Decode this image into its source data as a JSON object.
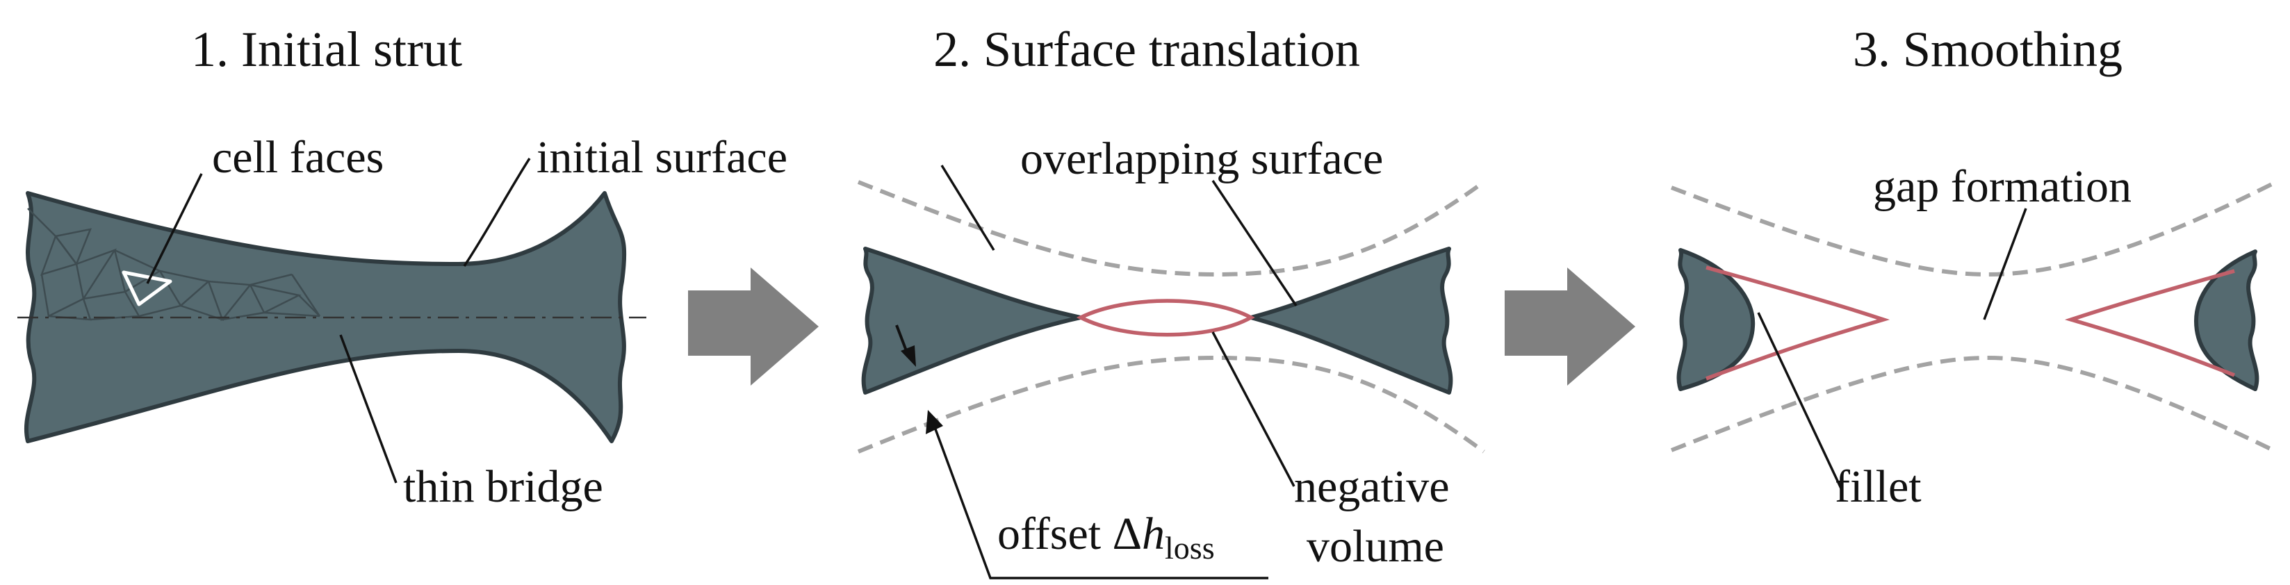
{
  "panels": [
    {
      "title": "1. Initial strut",
      "labels": {
        "cell_faces": "cell faces",
        "initial_surface": "initial surface",
        "thin_bridge": "thin bridge"
      }
    },
    {
      "title": "2. Surface translation",
      "labels": {
        "overlapping_surface": "overlapping surface",
        "offset_prefix": "offset Δ",
        "offset_symbol": "h",
        "offset_subscript": "loss",
        "negative": "negative",
        "volume": "volume"
      }
    },
    {
      "title": "3. Smoothing",
      "labels": {
        "gap_formation": "gap formation",
        "fillet": "fillet"
      }
    }
  ],
  "colors": {
    "strut_fill": "#556a70",
    "strut_stroke": "#2f3b40",
    "offset_dash": "#a3a3a3",
    "negative_volume": "#c0606a",
    "arrow_fill": "#808080",
    "text": "#111111"
  }
}
